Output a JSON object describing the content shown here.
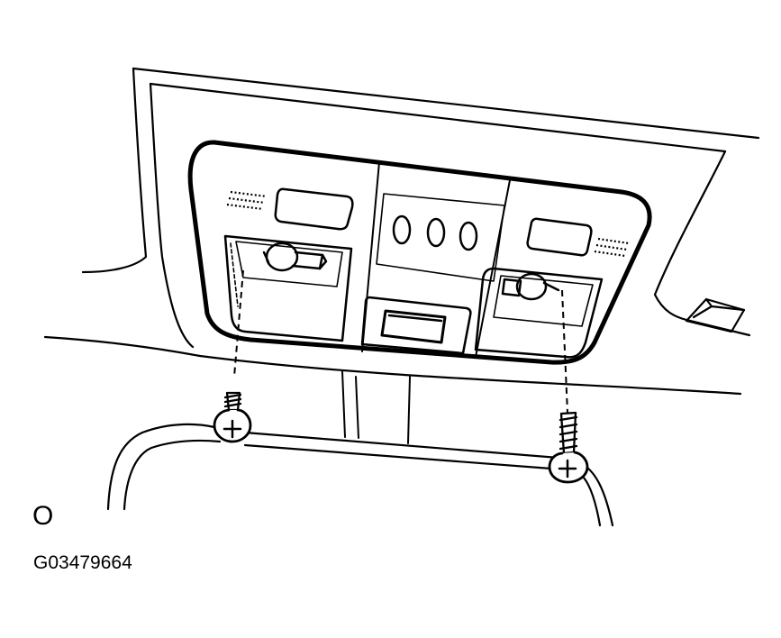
{
  "figure": {
    "corner_mark": "O",
    "figure_code": "G03479664"
  },
  "colors": {
    "ink": "#000000",
    "background": "#ffffff"
  },
  "parts": {
    "screws": 2,
    "lamps": 2,
    "lenses": 2,
    "switch_buttons": 3
  }
}
